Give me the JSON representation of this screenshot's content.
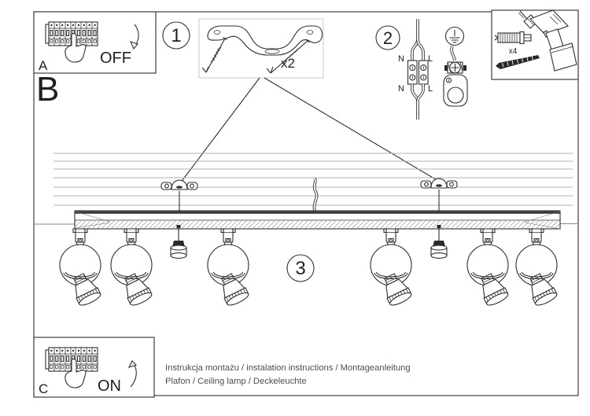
{
  "panels": {
    "power_off": {
      "label": "A",
      "state_label": "OFF",
      "icon": "circuit-breaker-hand-icon"
    },
    "main_label": "B",
    "power_on": {
      "label": "C",
      "state_label": "ON",
      "icon": "circuit-breaker-hand-icon"
    }
  },
  "steps": {
    "one": {
      "badge": "1",
      "quantity_label": "x2",
      "icon": "ceiling-bracket-and-screws-icon"
    },
    "two": {
      "badge": "2",
      "terminals": {
        "top_left": "N",
        "top_right": "L",
        "bottom_left": "N",
        "bottom_right": "L"
      },
      "icons": [
        "terminal-block-icon",
        "earth-symbol-icon",
        "ground-clamp-icon"
      ]
    },
    "three": {
      "badge": "3",
      "icon": "track-with-spotlights-illustration"
    }
  },
  "tools": {
    "quantity_label": "x4",
    "icons": [
      "drill-icon",
      "wall-plug-icon",
      "screw-icon"
    ]
  },
  "footer": {
    "line1": "Instrukcja montażu / instalation instructions / Montageanleitung",
    "line2": "Plafon / Ceiling lamp / Deckeleuchte"
  },
  "colors": {
    "line": "#2e2e2e",
    "ceiling_line": "#b0b0b0",
    "background": "#ffffff",
    "footer_text": "#4d4d4d"
  }
}
